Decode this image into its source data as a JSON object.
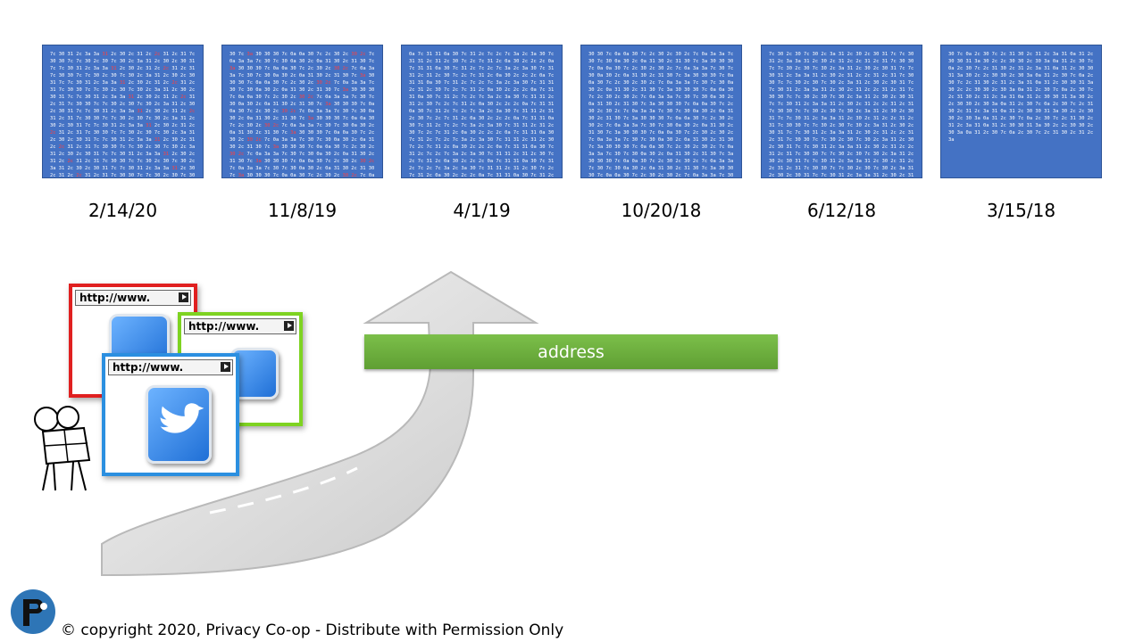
{
  "snapshots": [
    {
      "date": "2/14/20"
    },
    {
      "date": "11/8/19"
    },
    {
      "date": "4/1/19"
    },
    {
      "date": "10/20/18"
    },
    {
      "date": "6/12/18"
    },
    {
      "date": "3/15/18"
    }
  ],
  "address_label": "address",
  "browser_windows": [
    {
      "url": "http://www.",
      "color": "#e02020"
    },
    {
      "url": "http://www.",
      "color": "#7ed321"
    },
    {
      "url": "http://www.",
      "color": "#2b8fe0"
    }
  ],
  "icons": {
    "bird": "twitter-bird-icon",
    "person": "stick-figures-reading-map-icon",
    "logo": "privacy-coop-logo-icon",
    "arrow": "road-arrow-up-icon"
  },
  "colors": {
    "card": "#4472c4",
    "bar": "#70ad47",
    "highlight": "#ff4040"
  },
  "copyright": "© copyright 2020, Privacy Co-op - Distribute with Permission Only"
}
